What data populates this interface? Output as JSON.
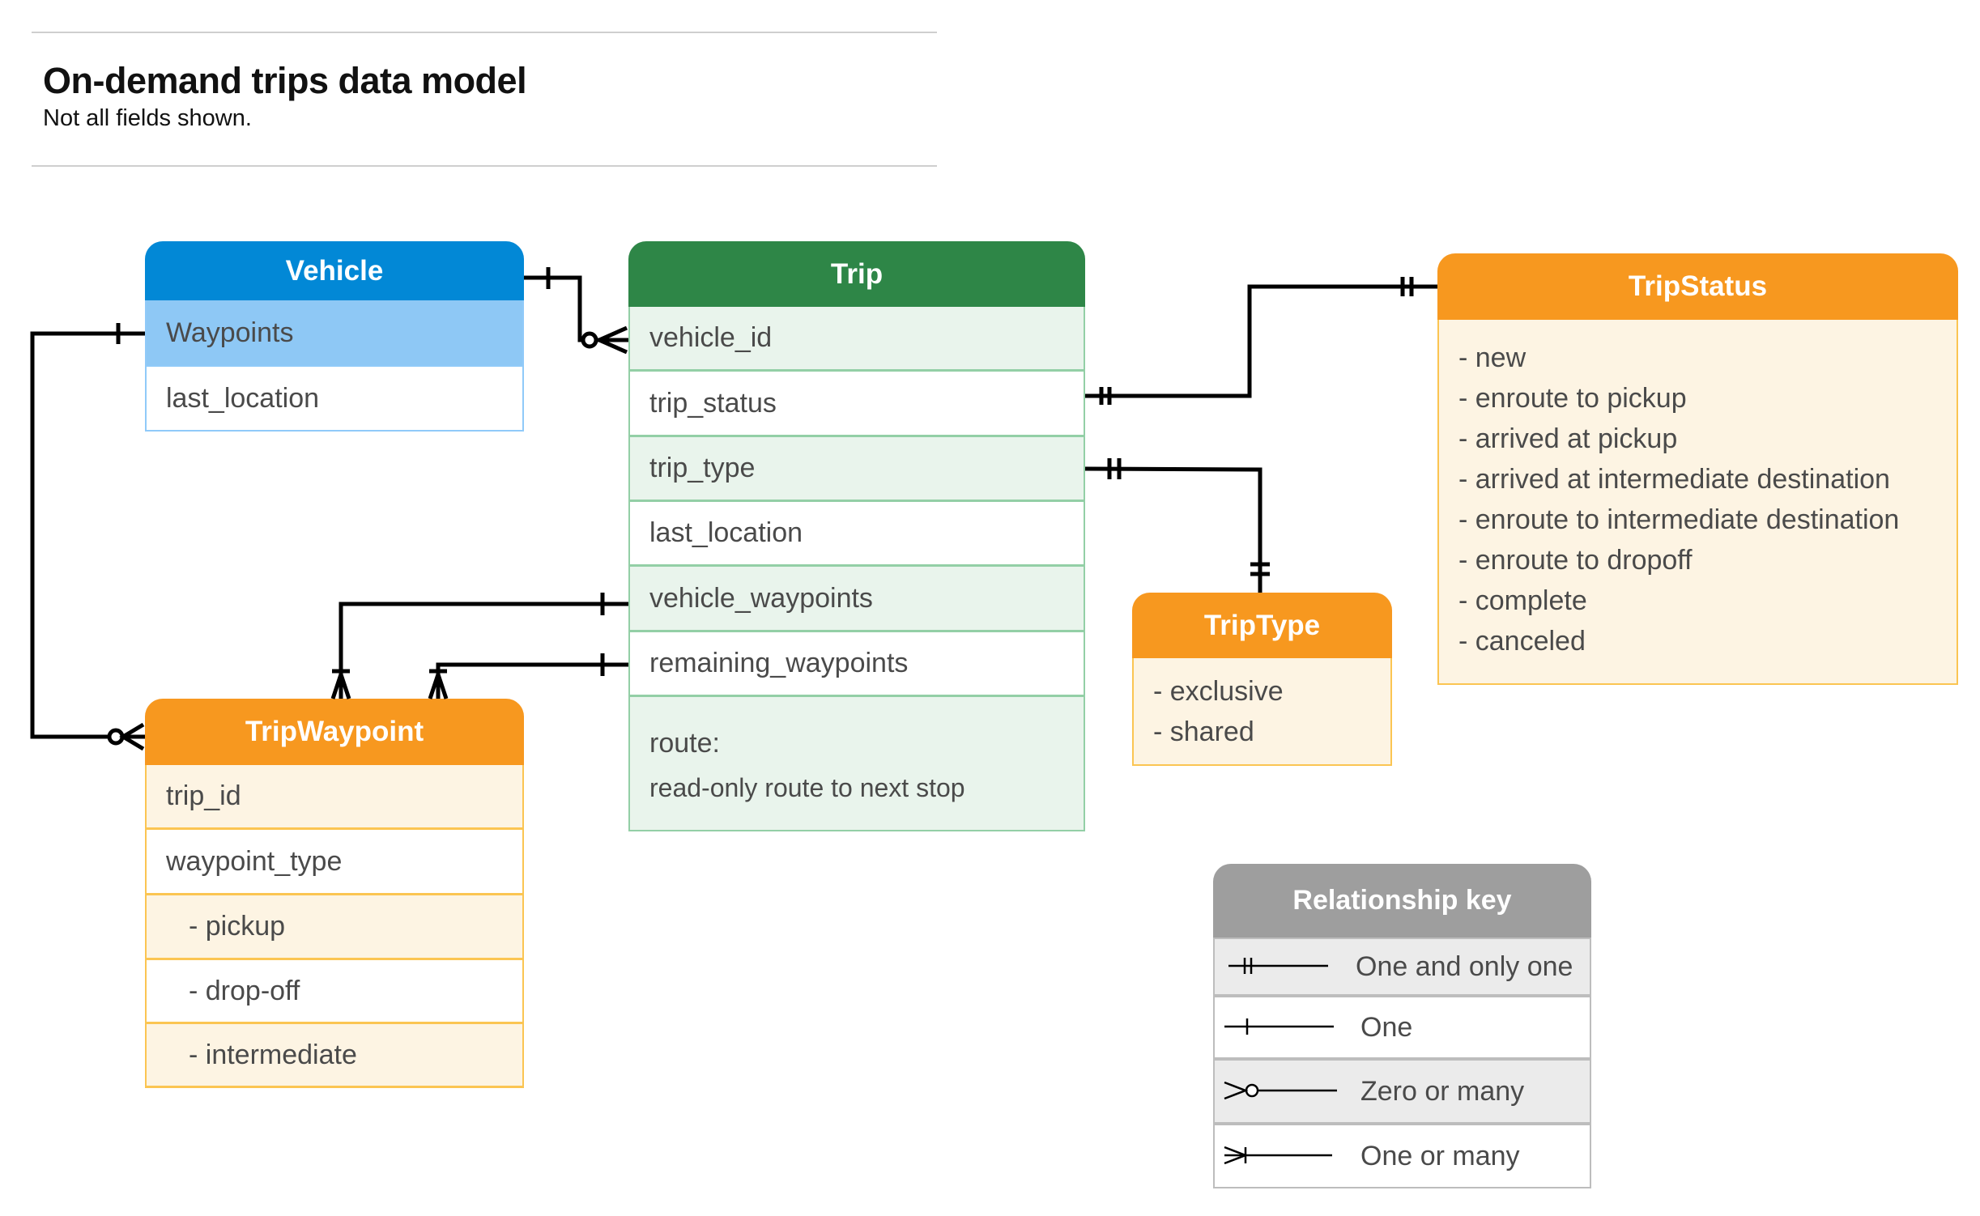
{
  "header": {
    "title": "On-demand trips data model",
    "subtitle": "Not all fields shown."
  },
  "vehicle": {
    "title": "Vehicle",
    "fields": [
      "Waypoints",
      "last_location"
    ]
  },
  "trip": {
    "title": "Trip",
    "fields": [
      "vehicle_id",
      "trip_status",
      "trip_type",
      "last_location",
      "vehicle_waypoints",
      "remaining_waypoints"
    ],
    "route_label": "route:",
    "route_desc": "read-only route to next stop"
  },
  "trip_status": {
    "title": "TripStatus",
    "values": [
      "- new",
      "- enroute to pickup",
      "- arrived at pickup",
      "- arrived at intermediate destination",
      "- enroute to intermediate destination",
      "- enroute to dropoff",
      "- complete",
      "- canceled"
    ]
  },
  "trip_type": {
    "title": "TripType",
    "values": [
      "- exclusive",
      "- shared"
    ]
  },
  "trip_waypoint": {
    "title": "TripWaypoint",
    "fields": [
      "trip_id",
      "waypoint_type",
      "- pickup",
      "- drop-off",
      "- intermediate"
    ]
  },
  "key": {
    "title": "Relationship key",
    "items": [
      {
        "label": "One and only one",
        "icon": "one-and-only-one"
      },
      {
        "label": "One",
        "icon": "one"
      },
      {
        "label": "Zero or many",
        "icon": "zero-or-many"
      },
      {
        "label": "One or many",
        "icon": "one-or-many"
      }
    ]
  },
  "colors": {
    "vehicle": "#0288d6",
    "trip": "#2e8647",
    "orange": "#f7981f",
    "key": "#9e9e9e"
  }
}
